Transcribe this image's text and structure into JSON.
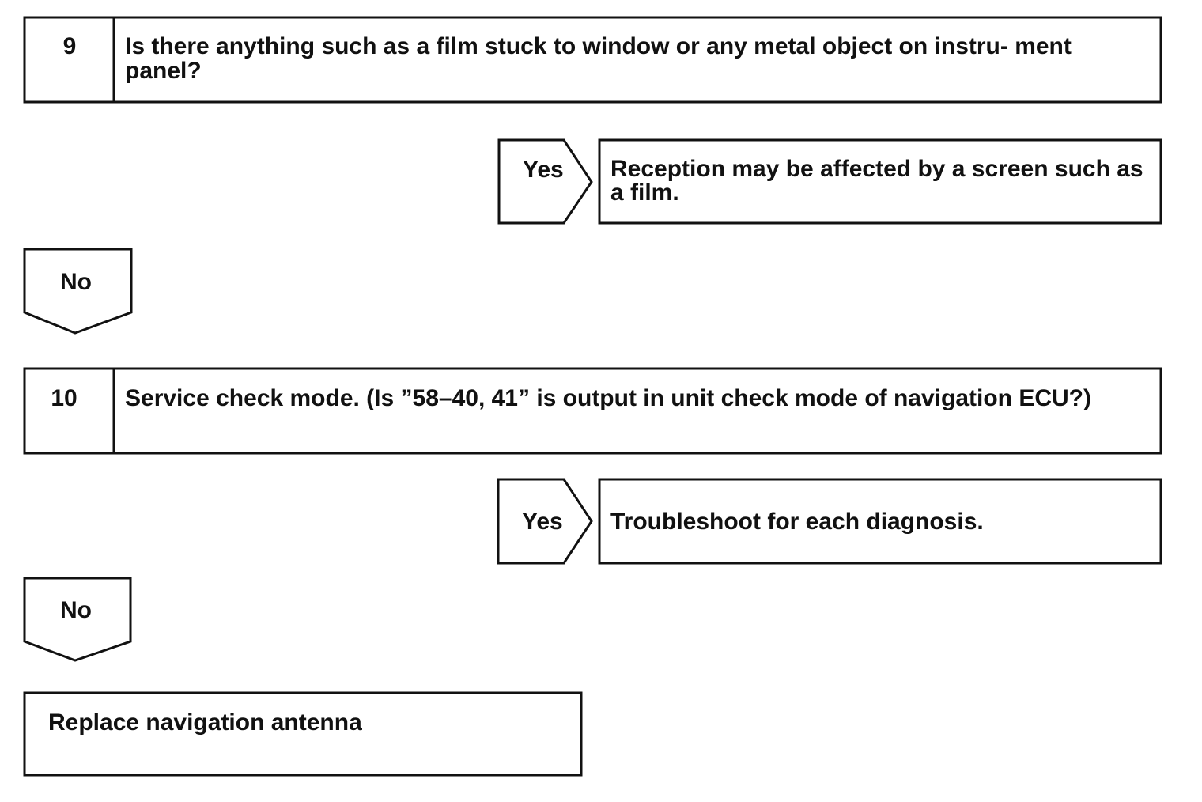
{
  "steps": [
    {
      "number": "9",
      "question": "Is there anything such as a film stuck to window or any metal object on instru- ment panel?",
      "yes_label": "Yes",
      "yes_result": "Reception may be affected by a screen such as a film.",
      "no_label": "No"
    },
    {
      "number": "10",
      "question": "Service check mode. (Is ”58–40, 41” is output in unit check mode of navigation ECU?)",
      "yes_label": "Yes",
      "yes_result": "Troubleshoot for each diagnosis.",
      "no_label": "No"
    }
  ],
  "final_action": "Replace navigation antenna"
}
